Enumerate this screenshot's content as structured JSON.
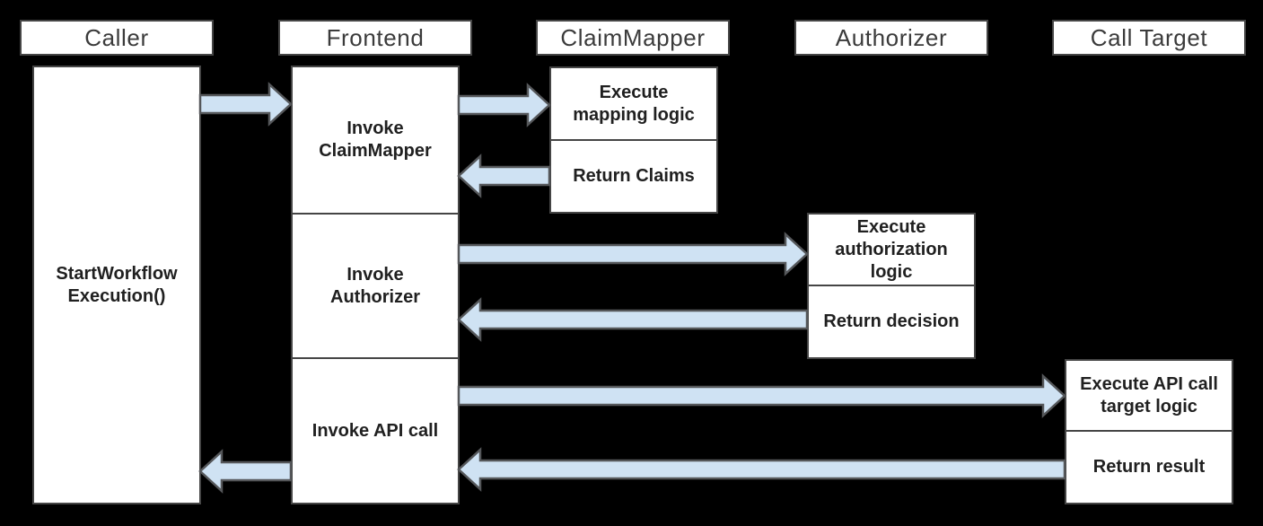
{
  "diagram": {
    "background_color": "#000000",
    "colors": {
      "arrow_fill": "#cfe2f3",
      "arrow_stroke": "#55575a",
      "box_fill": "#ffffff",
      "box_border": "#454545",
      "header_text": "#3b3b3b",
      "task_text": "#202020"
    },
    "lanes": [
      {
        "id": "caller",
        "label": "Caller",
        "activities": [
          {
            "label": "StartWorkflow\nExecution()"
          }
        ]
      },
      {
        "id": "frontend",
        "label": "Frontend",
        "activities": [
          {
            "label": "Invoke\nClaimMapper"
          },
          {
            "label": "Invoke\nAuthorizer"
          },
          {
            "label": "Invoke API call"
          }
        ]
      },
      {
        "id": "claimmapper",
        "label": "ClaimMapper",
        "activities": [
          {
            "label": "Execute\nmapping logic"
          },
          {
            "label": "Return Claims"
          }
        ]
      },
      {
        "id": "authorizer",
        "label": "Authorizer",
        "activities": [
          {
            "label": "Execute\nauthorization\nlogic"
          },
          {
            "label": "Return decision"
          }
        ]
      },
      {
        "id": "calltarget",
        "label": "Call Target",
        "activities": [
          {
            "label": "Execute API call\ntarget logic"
          },
          {
            "label": "Return result"
          }
        ]
      }
    ],
    "flows": [
      {
        "id": "caller-frontend-call",
        "from": "Caller",
        "to": "Frontend",
        "kind": "call"
      },
      {
        "id": "frontend-claimmapper-call",
        "from": "Frontend",
        "to": "ClaimMapper",
        "kind": "call"
      },
      {
        "id": "claimmapper-frontend-return",
        "from": "ClaimMapper",
        "to": "Frontend",
        "kind": "return"
      },
      {
        "id": "frontend-authorizer-call",
        "from": "Frontend",
        "to": "Authorizer",
        "kind": "call"
      },
      {
        "id": "authorizer-frontend-return",
        "from": "Authorizer",
        "to": "Frontend",
        "kind": "return"
      },
      {
        "id": "frontend-calltarget-call",
        "from": "Frontend",
        "to": "Call Target",
        "kind": "call"
      },
      {
        "id": "calltarget-frontend-return",
        "from": "Call Target",
        "to": "Frontend",
        "kind": "return"
      },
      {
        "id": "frontend-caller-return",
        "from": "Frontend",
        "to": "Caller",
        "kind": "return"
      }
    ]
  }
}
